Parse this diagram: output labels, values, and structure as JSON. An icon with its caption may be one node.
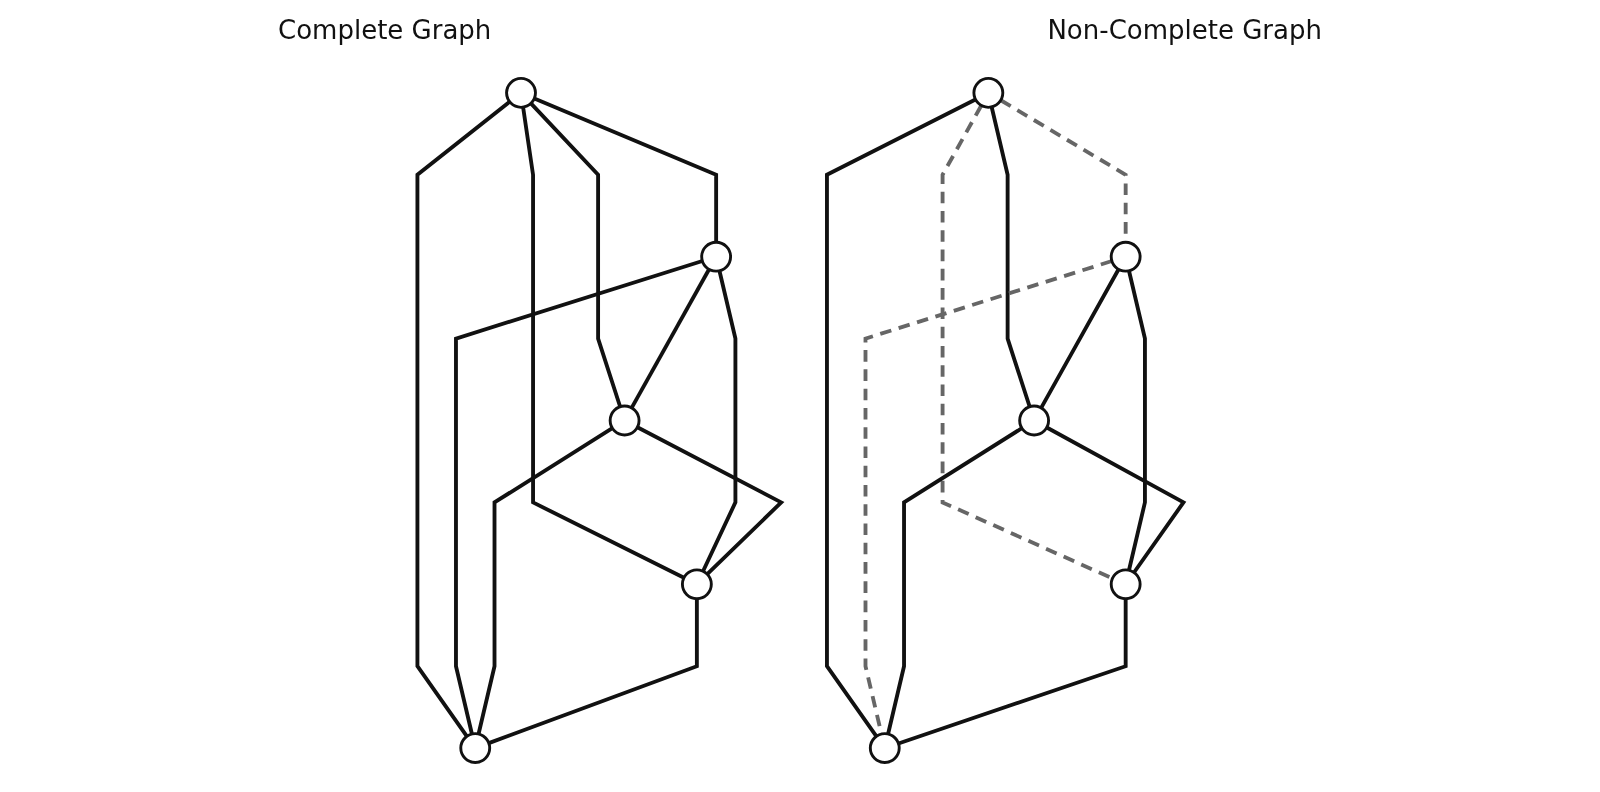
{
  "diagram": {
    "nodes": [
      {
        "text": [],
        "shape": "circle"
      },
      {
        "text": [],
        "shape": "circle"
      },
      {
        "text": [],
        "shape": "circle"
      },
      {
        "text": [],
        "shape": "circle"
      },
      {
        "text": [],
        "shape": "circle"
      },
      {
        "text": [],
        "shape": "circle"
      },
      {
        "text": [],
        "shape": "circle"
      },
      {
        "text": [],
        "shape": "circle"
      },
      {
        "text": [],
        "shape": "circle"
      },
      {
        "text": [],
        "shape": "circle"
      }
    ],
    "edges": [
      {
        "from": 0,
        "to": 1,
        "arrow": "none"
      },
      {
        "from": 0,
        "to": 2,
        "arrow": "none"
      },
      {
        "from": 0,
        "to": 3,
        "arrow": "none"
      },
      {
        "from": 0,
        "to": 4,
        "arrow": "none"
      },
      {
        "from": 1,
        "to": 2,
        "arrow": "none"
      },
      {
        "from": 1,
        "to": 3,
        "arrow": "none"
      },
      {
        "from": 1,
        "to": 4,
        "arrow": "none"
      },
      {
        "from": 2,
        "to": 3,
        "arrow": "none"
      },
      {
        "from": 2,
        "to": 4,
        "arrow": "none"
      },
      {
        "from": 3,
        "to": 4,
        "arrow": "none"
      },
      {
        "from": 5,
        "to": 6,
        "arrow": "none",
        "style": "dashed",
        "color": "#666666"
      },
      {
        "from": 5,
        "to": 7,
        "arrow": "none"
      },
      {
        "from": 5,
        "to": 8,
        "arrow": "none",
        "style": "dashed",
        "color": "#666666"
      },
      {
        "from": 5,
        "to": 9,
        "arrow": "none"
      },
      {
        "from": 6,
        "to": 7,
        "arrow": "none"
      },
      {
        "from": 6,
        "to": 8,
        "arrow": "none"
      },
      {
        "from": 6,
        "to": 9,
        "arrow": "none",
        "style": "dashed",
        "color": "#666666"
      },
      {
        "from": 7,
        "to": 8,
        "arrow": "none"
      },
      {
        "from": 7,
        "to": 9,
        "arrow": "none"
      },
      {
        "from": 8,
        "to": 9,
        "arrow": "none"
      }
    ],
    "labels": [
      "Complete Graph",
      "Non-Complete Graph"
    ]
  }
}
